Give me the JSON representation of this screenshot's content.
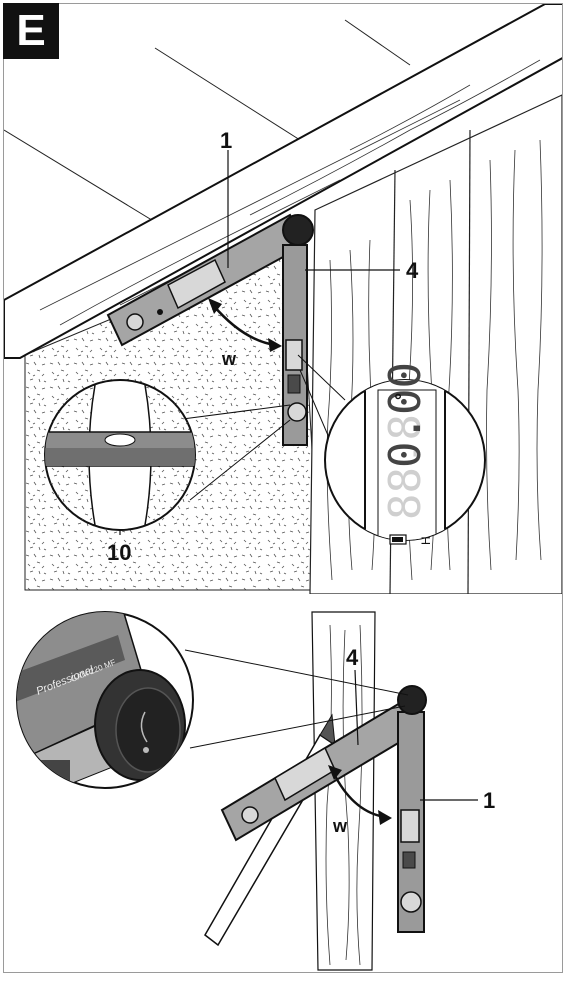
{
  "figure": {
    "letter": "E",
    "top_panel": {
      "callouts": [
        {
          "id": "1",
          "text": "1"
        },
        {
          "id": "4",
          "text": "4"
        },
        {
          "id": "10",
          "text": "10"
        },
        {
          "id": "w",
          "text": "w"
        }
      ],
      "display": {
        "reading": "0.00",
        "unit": "°",
        "ghost": "88.8",
        "indicator": "H"
      }
    },
    "bottom_panel": {
      "callouts": [
        {
          "id": "4",
          "text": "4"
        },
        {
          "id": "1",
          "text": "1"
        },
        {
          "id": "w",
          "text": "w"
        }
      ],
      "brand_text": "Professional",
      "model_text": "GAM 220 MF"
    }
  },
  "colors": {
    "ink": "#111111",
    "tool_body": "#9a9a9a",
    "tool_dark": "#4a4a4a",
    "wood": "#ffffff"
  }
}
